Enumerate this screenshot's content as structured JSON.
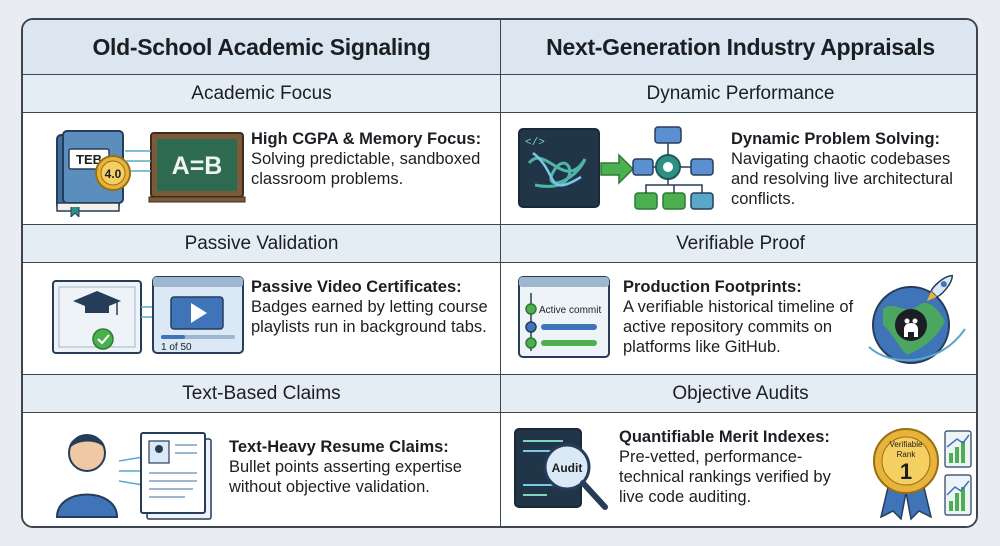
{
  "columns": {
    "left_title": "Old-School Academic Signaling",
    "right_title": "Next-Generation Industry Appraisals"
  },
  "rows": [
    {
      "left": {
        "section": "Academic Focus",
        "title": "High CGPA & Memory Focus:",
        "body": "Solving predictable, sandboxed classroom problems.",
        "book_label": "TEB",
        "grade": "4.0",
        "board_text": "A=B"
      },
      "right": {
        "section": "Dynamic Performance",
        "title": "Dynamic Problem Solving:",
        "body": "Navigating chaotic codebases and resolving live architectural conflicts.",
        "code_tag": "</>"
      }
    },
    {
      "left": {
        "section": "Passive Validation",
        "title": "Passive Video Certificates:",
        "body": "Badges earned by letting course playlists run in background tabs.",
        "video_counter": "1 of 50"
      },
      "right": {
        "section": "Verifiable Proof",
        "title": "Production Footprints:",
        "body": "A verifiable historical timeline of active repository commits on platforms like GitHub.",
        "commit_label": "Active commit"
      }
    },
    {
      "left": {
        "section": "Text-Based Claims",
        "title": "Text-Heavy Resume Claims:",
        "body": "Bullet points asserting expertise without objective validation."
      },
      "right": {
        "section": "Objective Audits",
        "title": "Quantifiable Merit Indexes:",
        "body": "Pre-vetted, performance-technical rankings verified by live code auditing.",
        "audit_label": "Audit",
        "medal_top": "Verifiable",
        "medal_mid": "Rank",
        "medal_num": "1"
      }
    }
  ],
  "colors": {
    "header_bg": "#dbe6f1",
    "border": "#3d4650",
    "teal": "#2f8f86",
    "green": "#4caf50",
    "blue": "#3f74b8",
    "gold": "#e7b33a",
    "navy": "#263d5a"
  }
}
